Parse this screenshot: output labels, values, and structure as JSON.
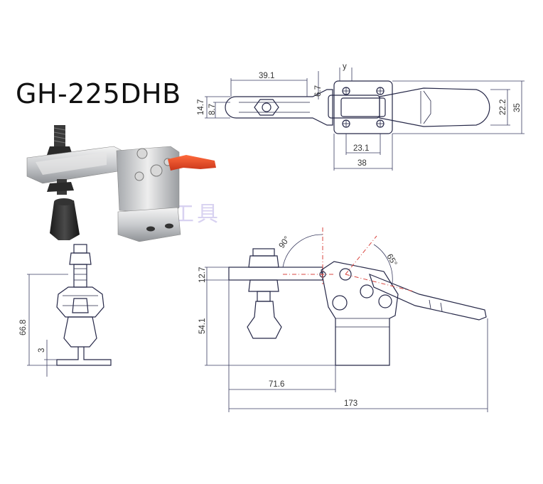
{
  "title": "GH-225DHB",
  "watermark": "南方工具",
  "dimensions": {
    "top_width": "39.1",
    "top_offset": "y",
    "top_small": "6.7",
    "left_height": "14.7",
    "left_inner": "8.7",
    "right_inner": "22.2",
    "right_outer": "35",
    "base_hole": "23.1",
    "base_width": "38",
    "angle_open": "90°",
    "angle_handle": "65°",
    "side_upper": "12.7",
    "side_lower": "54.1",
    "front_height": "66.8",
    "front_base": "3",
    "reach": "71.6",
    "total_length": "173"
  },
  "colors": {
    "accent": "#d9453f",
    "line": "#262848"
  }
}
